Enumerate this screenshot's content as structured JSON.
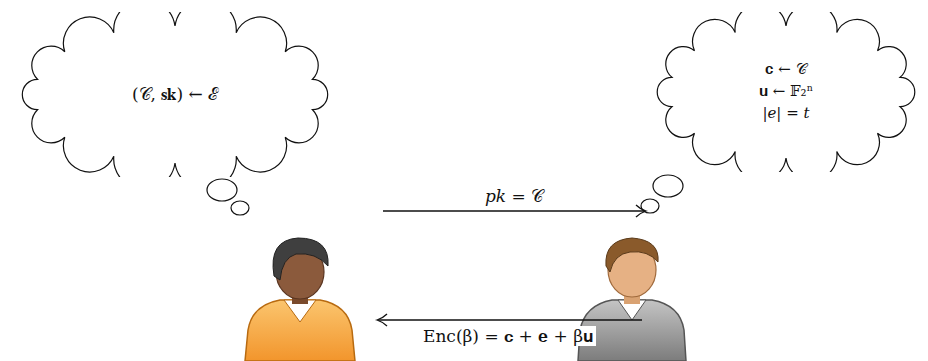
{
  "diagram": {
    "nodes": [
      {
        "text": [
          "(𝒞, 𝐬𝐤) ← ℰ"
        ]
      },
      {
        "text": [
          "𝐜 ← 𝒞",
          "𝐮 ← 𝔽₂ⁿ",
          "|𝑒| = 𝑡"
        ]
      }
    ],
    "labels": [
      "𝑝𝑘 = 𝒞",
      "Enc(β) = 𝐜 + 𝐞 + β𝐮"
    ]
  }
}
